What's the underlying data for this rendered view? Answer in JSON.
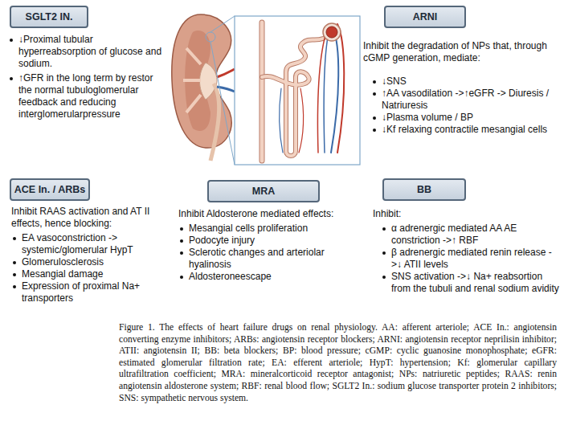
{
  "diagram": {
    "caption": "Figure 1. The effects of heart failure drugs on renal physiology. AA: afferent arteriole; ACE In.: angiotensin converting enzyme inhibitors; ARBs: angiotensin receptor blockers; ARNI: angiotensin receptor neprilisin inhibitor; ATII: angiotensin II; BB: beta blockers; BP: blood pressure; cGMP: cyclic guanosine monophosphate; eGFR: estimated glomerular filtration rate; EA: efferent arteriole; HypT: hypertension; Kf: glomerular capillary ultrafiltration coefficient; MRA: mineralcorticoid receptor antagonist; NPs: natriuretic peptides; RAAS: renin angiotensin aldosterone system; RBF: renal blood flow; SGLT2 In.: sodium glucose transporter protein 2 inhibitors; SNS: sympathetic nervous system.",
    "nodes": [
      {
        "text": [
          "SGLT2 IN.",
          "↓Proximal tubular hyperreabsorption of glucose and sodium.",
          "↑GFR in the long term by restor the normal tubuloglomerular feedback and reducing interglomerularpressure"
        ]
      },
      {
        "text": [
          "ARNI",
          "Inhibit the degradation of NPs that, through cGMP generation, mediate:",
          "↓SNS",
          "↑AA vasodilation ->↑eGFR -> Diuresis / Natriuresis",
          "↓Plasma volume / BP",
          "↓Kf relaxing contractile mesangial cells"
        ]
      },
      {
        "text": [
          "ACE In. / ARBs",
          "Inhibit RAAS activation and AT II effects, hence blocking:",
          "EA vasoconstriction -> systemic/glomerular HypT",
          "Glomerulosclerosis",
          "Mesangial damage",
          "Expression of proximal Na+ transporters"
        ]
      },
      {
        "text": [
          "MRA",
          "Inhibit Aldosterone mediated effects:",
          "Mesangial cells proliferation",
          "Podocyte injury",
          "Sclerotic changes and arteriolar hyalinosis",
          "Aldosteroneescape"
        ]
      },
      {
        "text": [
          "BB",
          "Inhibit:",
          "α adrenergic mediated AA AE constriction ->↑ RBF",
          "β adrenergic mediated renin release ->↓ ATII levels",
          "SNS activation ->↓ Na+ reabsortion from the tubuli and renal sodium avidity"
        ]
      }
    ]
  }
}
